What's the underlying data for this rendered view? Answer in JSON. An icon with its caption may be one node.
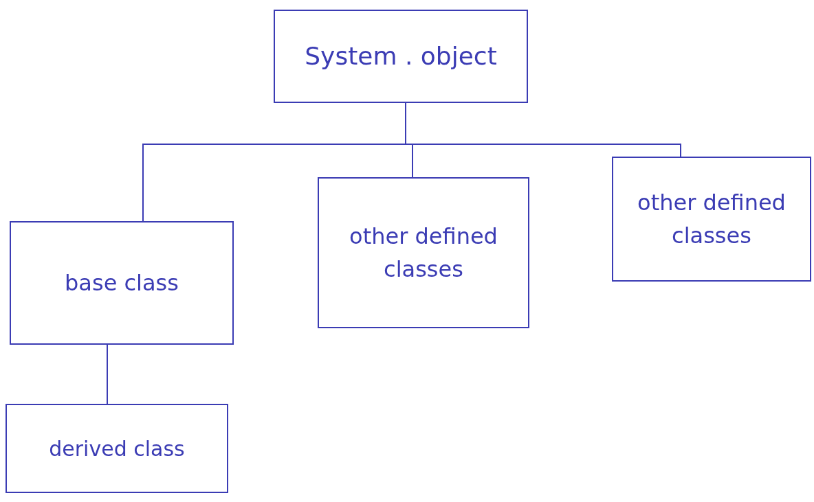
{
  "diagram": {
    "nodes": [
      {
        "text": [
          "System . object"
        ]
      },
      {
        "text": [
          "base class"
        ]
      },
      {
        "text": [
          "other defined classes"
        ]
      },
      {
        "text": [
          "other defined classes"
        ]
      },
      {
        "text": [
          "derived class"
        ]
      }
    ],
    "edges": [
      {
        "from": 0,
        "to": 1,
        "arrow": "none"
      },
      {
        "from": 0,
        "to": 2,
        "arrow": "none"
      },
      {
        "from": 0,
        "to": 3,
        "arrow": "none"
      },
      {
        "from": 1,
        "to": 4,
        "arrow": "none"
      }
    ]
  }
}
